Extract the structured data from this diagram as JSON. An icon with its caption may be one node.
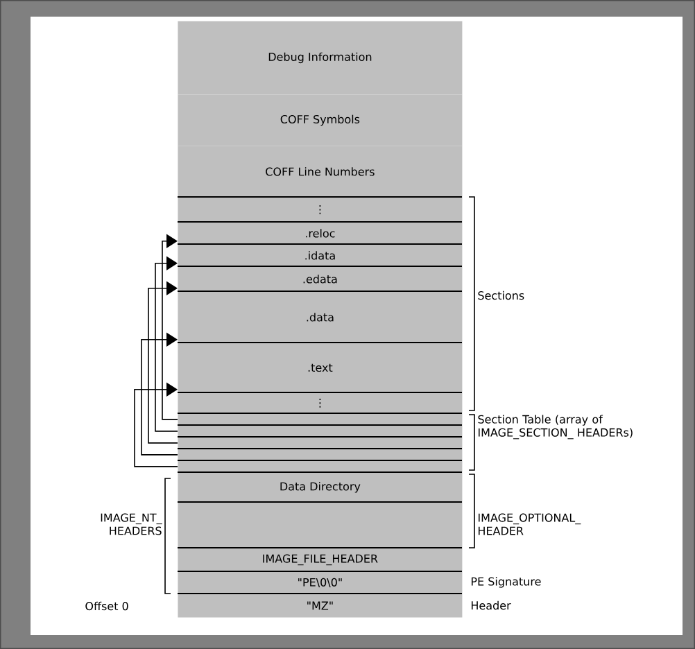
{
  "diagram": {
    "nodes": [
      {
        "text": [
          "Debug Information"
        ]
      },
      {
        "text": [
          "COFF Symbols"
        ]
      },
      {
        "text": [
          "COFF Line Numbers"
        ]
      },
      {
        "text": [
          "⋮"
        ]
      },
      {
        "text": [
          ".reloc"
        ]
      },
      {
        "text": [
          ".idata"
        ]
      },
      {
        "text": [
          ".edata"
        ]
      },
      {
        "text": [
          ".data"
        ]
      },
      {
        "text": [
          ".text"
        ]
      },
      {
        "text": [
          "⋮"
        ]
      },
      {
        "text": [],
        "shape": "bar"
      },
      {
        "text": [],
        "shape": "bar"
      },
      {
        "text": [],
        "shape": "bar"
      },
      {
        "text": [],
        "shape": "bar"
      },
      {
        "text": [],
        "shape": "bar"
      },
      {
        "text": [
          "Data Directory"
        ]
      },
      {
        "text": [],
        "shape": "bar"
      },
      {
        "text": [
          "IMAGE_FILE_HEADER"
        ]
      },
      {
        "text": [
          "\"PE\\0\\0\""
        ],
        "beside": [
          "PE Signature"
        ]
      },
      {
        "text": [
          "\"MZ\""
        ],
        "beside": [
          "Header"
        ]
      }
    ],
    "edges": [
      {
        "from": 10,
        "to": 4,
        "arrow": "to"
      },
      {
        "from": 11,
        "to": 5,
        "arrow": "to"
      },
      {
        "from": 12,
        "to": 6,
        "arrow": "to"
      },
      {
        "from": 13,
        "to": 7,
        "arrow": "to"
      },
      {
        "from": 14,
        "to": 8,
        "arrow": "to"
      }
    ],
    "labels": [
      "Sections",
      "Section Table (array of IMAGE_SECTION_ HEADERs)",
      "IMAGE_OPTIONAL_ HEADER",
      "IMAGE_NT_ HEADERS",
      "Offset 0"
    ]
  }
}
